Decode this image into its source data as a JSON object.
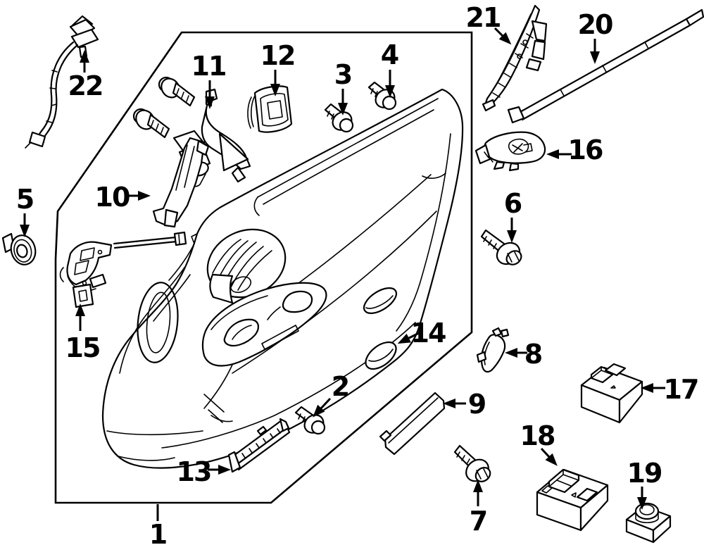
{
  "diagram": {
    "background": "#ffffff",
    "line_color": "#000000",
    "description": "Exploded parts diagram of a front door interior trim panel with numbered callouts",
    "labels": [
      {
        "num": "1"
      },
      {
        "num": "2"
      },
      {
        "num": "3"
      },
      {
        "num": "4"
      },
      {
        "num": "5"
      },
      {
        "num": "6"
      },
      {
        "num": "7"
      },
      {
        "num": "8"
      },
      {
        "num": "9"
      },
      {
        "num": "10"
      },
      {
        "num": "11"
      },
      {
        "num": "12"
      },
      {
        "num": "13"
      },
      {
        "num": "14"
      },
      {
        "num": "15"
      },
      {
        "num": "16"
      },
      {
        "num": "17"
      },
      {
        "num": "18"
      },
      {
        "num": "19"
      },
      {
        "num": "20"
      },
      {
        "num": "21"
      },
      {
        "num": "22"
      }
    ]
  }
}
